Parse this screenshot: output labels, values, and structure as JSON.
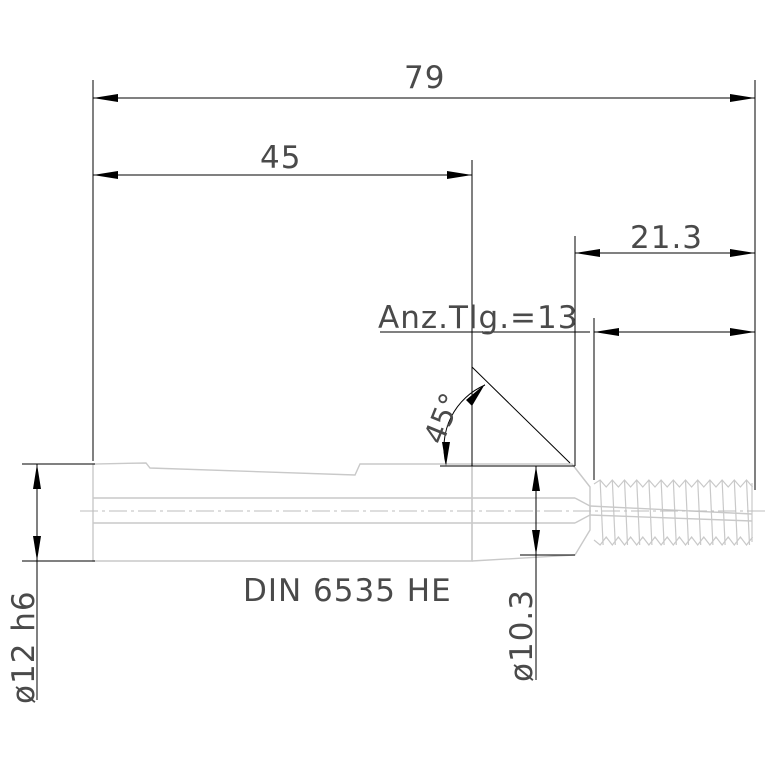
{
  "dimensions": {
    "overall_length": "79",
    "shank_length": "45",
    "thread_length": "21.3",
    "thread_count_note": "Anz.Tlg.=13",
    "chamfer_angle": "45°",
    "shank_diameter": "ø12 h6",
    "neck_diameter": "ø10.3"
  },
  "standard_note": "DIN 6535 HE"
}
